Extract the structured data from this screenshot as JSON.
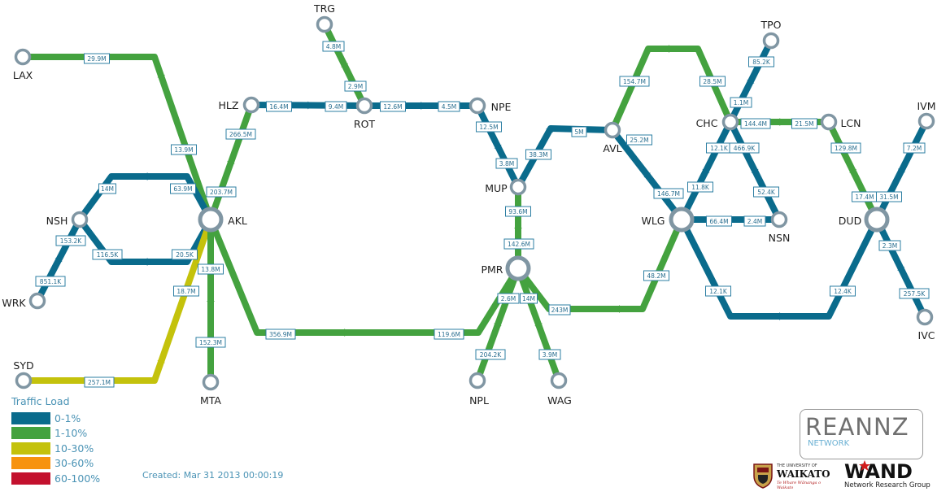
{
  "legend": {
    "title": "Traffic Load",
    "items": [
      {
        "label": "0-1%",
        "color": "#0a6b8c"
      },
      {
        "label": "1-10%",
        "color": "#44a23f"
      },
      {
        "label": "10-30%",
        "color": "#c4c20c"
      },
      {
        "label": "30-60%",
        "color": "#f7930e"
      },
      {
        "label": "60-100%",
        "color": "#c3112e"
      }
    ]
  },
  "created": "Created: Mar 31 2013 00:00:19",
  "logos": {
    "reannz": {
      "name": "REANNZ",
      "sub": "NETWORK"
    },
    "waikato": {
      "top": "THE UNIVERSITY OF",
      "name": "WAIKATO",
      "motto": "Te Whare Wānanga o Waikato"
    },
    "wand": {
      "name": "WAND",
      "sub": "Network Research Group"
    }
  },
  "nodes": [
    {
      "id": "LAX",
      "label": "LAX",
      "size": "small"
    },
    {
      "id": "TRG",
      "label": "TRG",
      "size": "small"
    },
    {
      "id": "HLZ",
      "label": "HLZ",
      "size": "small"
    },
    {
      "id": "ROT",
      "label": "ROT",
      "size": "small"
    },
    {
      "id": "NPE",
      "label": "NPE",
      "size": "small"
    },
    {
      "id": "NSH",
      "label": "NSH",
      "size": "small"
    },
    {
      "id": "AKL",
      "label": "AKL",
      "size": "large"
    },
    {
      "id": "WRK",
      "label": "WRK",
      "size": "small"
    },
    {
      "id": "SYD",
      "label": "SYD",
      "size": "small"
    },
    {
      "id": "MTA",
      "label": "MTA",
      "size": "small"
    },
    {
      "id": "MUP",
      "label": "MUP",
      "size": "small"
    },
    {
      "id": "PMR",
      "label": "PMR",
      "size": "large"
    },
    {
      "id": "NPL",
      "label": "NPL",
      "size": "small"
    },
    {
      "id": "WAG",
      "label": "WAG",
      "size": "small"
    },
    {
      "id": "AVL",
      "label": "AVL",
      "size": "small"
    },
    {
      "id": "WLG",
      "label": "WLG",
      "size": "large"
    },
    {
      "id": "CHC",
      "label": "CHC",
      "size": "small"
    },
    {
      "id": "TPO",
      "label": "TPO",
      "size": "small"
    },
    {
      "id": "NSN",
      "label": "NSN",
      "size": "small"
    },
    {
      "id": "LCN",
      "label": "LCN",
      "size": "small"
    },
    {
      "id": "DUD",
      "label": "DUD",
      "size": "large"
    },
    {
      "id": "IVM",
      "label": "IVM",
      "size": "small"
    },
    {
      "id": "IVC",
      "label": "IVC",
      "size": "small"
    }
  ],
  "links": [
    {
      "from": "LAX",
      "to": "AKL",
      "load": "1-10%",
      "labels": [
        "29.9M",
        "13.9M"
      ]
    },
    {
      "from": "TRG",
      "to": "ROT",
      "load": "1-10%",
      "labels": [
        "4.8M",
        "2.9M"
      ]
    },
    {
      "from": "HLZ",
      "to": "ROT",
      "load": "0-1%",
      "labels": [
        "16.4M",
        "9.4M"
      ]
    },
    {
      "from": "ROT",
      "to": "NPE",
      "load": "0-1%",
      "labels": [
        "12.6M",
        "4.5M"
      ]
    },
    {
      "from": "HLZ",
      "to": "AKL",
      "load": "1-10%",
      "labels": [
        "266.5M",
        "203.7M"
      ]
    },
    {
      "from": "NSH",
      "to": "AKL",
      "load": "0-1%",
      "labels": [
        "14M",
        "63.9M"
      ],
      "route": "upper"
    },
    {
      "from": "NSH",
      "to": "AKL",
      "load": "0-1%",
      "labels": [
        "116.5K",
        "20.5K"
      ],
      "route": "lower"
    },
    {
      "from": "WRK",
      "to": "NSH",
      "load": "0-1%",
      "labels": [
        "851.1K",
        "153.2K"
      ]
    },
    {
      "from": "SYD",
      "to": "AKL",
      "load": "10-30%",
      "labels": [
        "257.1M",
        "18.7M"
      ]
    },
    {
      "from": "AKL",
      "to": "MTA",
      "load": "1-10%",
      "labels": [
        "13.8M",
        "152.3M"
      ]
    },
    {
      "from": "AKL",
      "to": "PMR",
      "load": "1-10%",
      "labels": [
        "356.9M",
        "119.6M"
      ]
    },
    {
      "from": "NPE",
      "to": "MUP",
      "load": "0-1%",
      "labels": [
        "12.5M",
        "3.8M"
      ]
    },
    {
      "from": "MUP",
      "to": "PMR",
      "load": "1-10%",
      "labels": [
        "93.6M",
        "142.6M"
      ]
    },
    {
      "from": "MUP",
      "to": "AVL",
      "load": "0-1%",
      "labels": [
        "38.3M",
        "5M"
      ]
    },
    {
      "from": "PMR",
      "to": "NPL",
      "load": "1-10%",
      "labels": [
        "2.6M",
        "204.2K"
      ]
    },
    {
      "from": "PMR",
      "to": "WAG",
      "load": "1-10%",
      "labels": [
        "14M",
        "3.9M"
      ]
    },
    {
      "from": "PMR",
      "to": "WLG",
      "load": "1-10%",
      "labels": [
        "243M",
        "48.2M"
      ]
    },
    {
      "from": "AVL",
      "to": "WLG",
      "load": "0-1%",
      "labels": [
        "25.2M",
        "146.7M"
      ]
    },
    {
      "from": "AVL",
      "to": "CHC",
      "load": "1-10%",
      "labels": [
        "154.7M",
        "28.5M"
      ]
    },
    {
      "from": "TPO",
      "to": "CHC",
      "load": "0-1%",
      "labels": [
        "85.2K",
        "1.1M"
      ]
    },
    {
      "from": "CHC",
      "to": "WLG",
      "load": "0-1%",
      "labels": [
        "12.1K",
        "11.8K"
      ]
    },
    {
      "from": "CHC",
      "to": "LCN",
      "load": "1-10%",
      "labels": [
        "144.4M",
        "21.5M"
      ]
    },
    {
      "from": "CHC",
      "to": "NSN",
      "load": "0-1%",
      "labels": [
        "466.9K",
        "52.4K"
      ]
    },
    {
      "from": "WLG",
      "to": "NSN",
      "load": "0-1%",
      "labels": [
        "66.4M",
        "2.4M"
      ]
    },
    {
      "from": "WLG",
      "to": "DUD",
      "load": "0-1%",
      "labels": [
        "12.1K",
        "12.4K"
      ]
    },
    {
      "from": "LCN",
      "to": "DUD",
      "load": "1-10%",
      "labels": [
        "129.8M",
        "17.4M"
      ]
    },
    {
      "from": "IVM",
      "to": "DUD",
      "load": "0-1%",
      "labels": [
        "7.2M",
        "31.5M"
      ]
    },
    {
      "from": "DUD",
      "to": "IVC",
      "load": "0-1%",
      "labels": [
        "2.3M",
        "257.5K"
      ]
    }
  ]
}
